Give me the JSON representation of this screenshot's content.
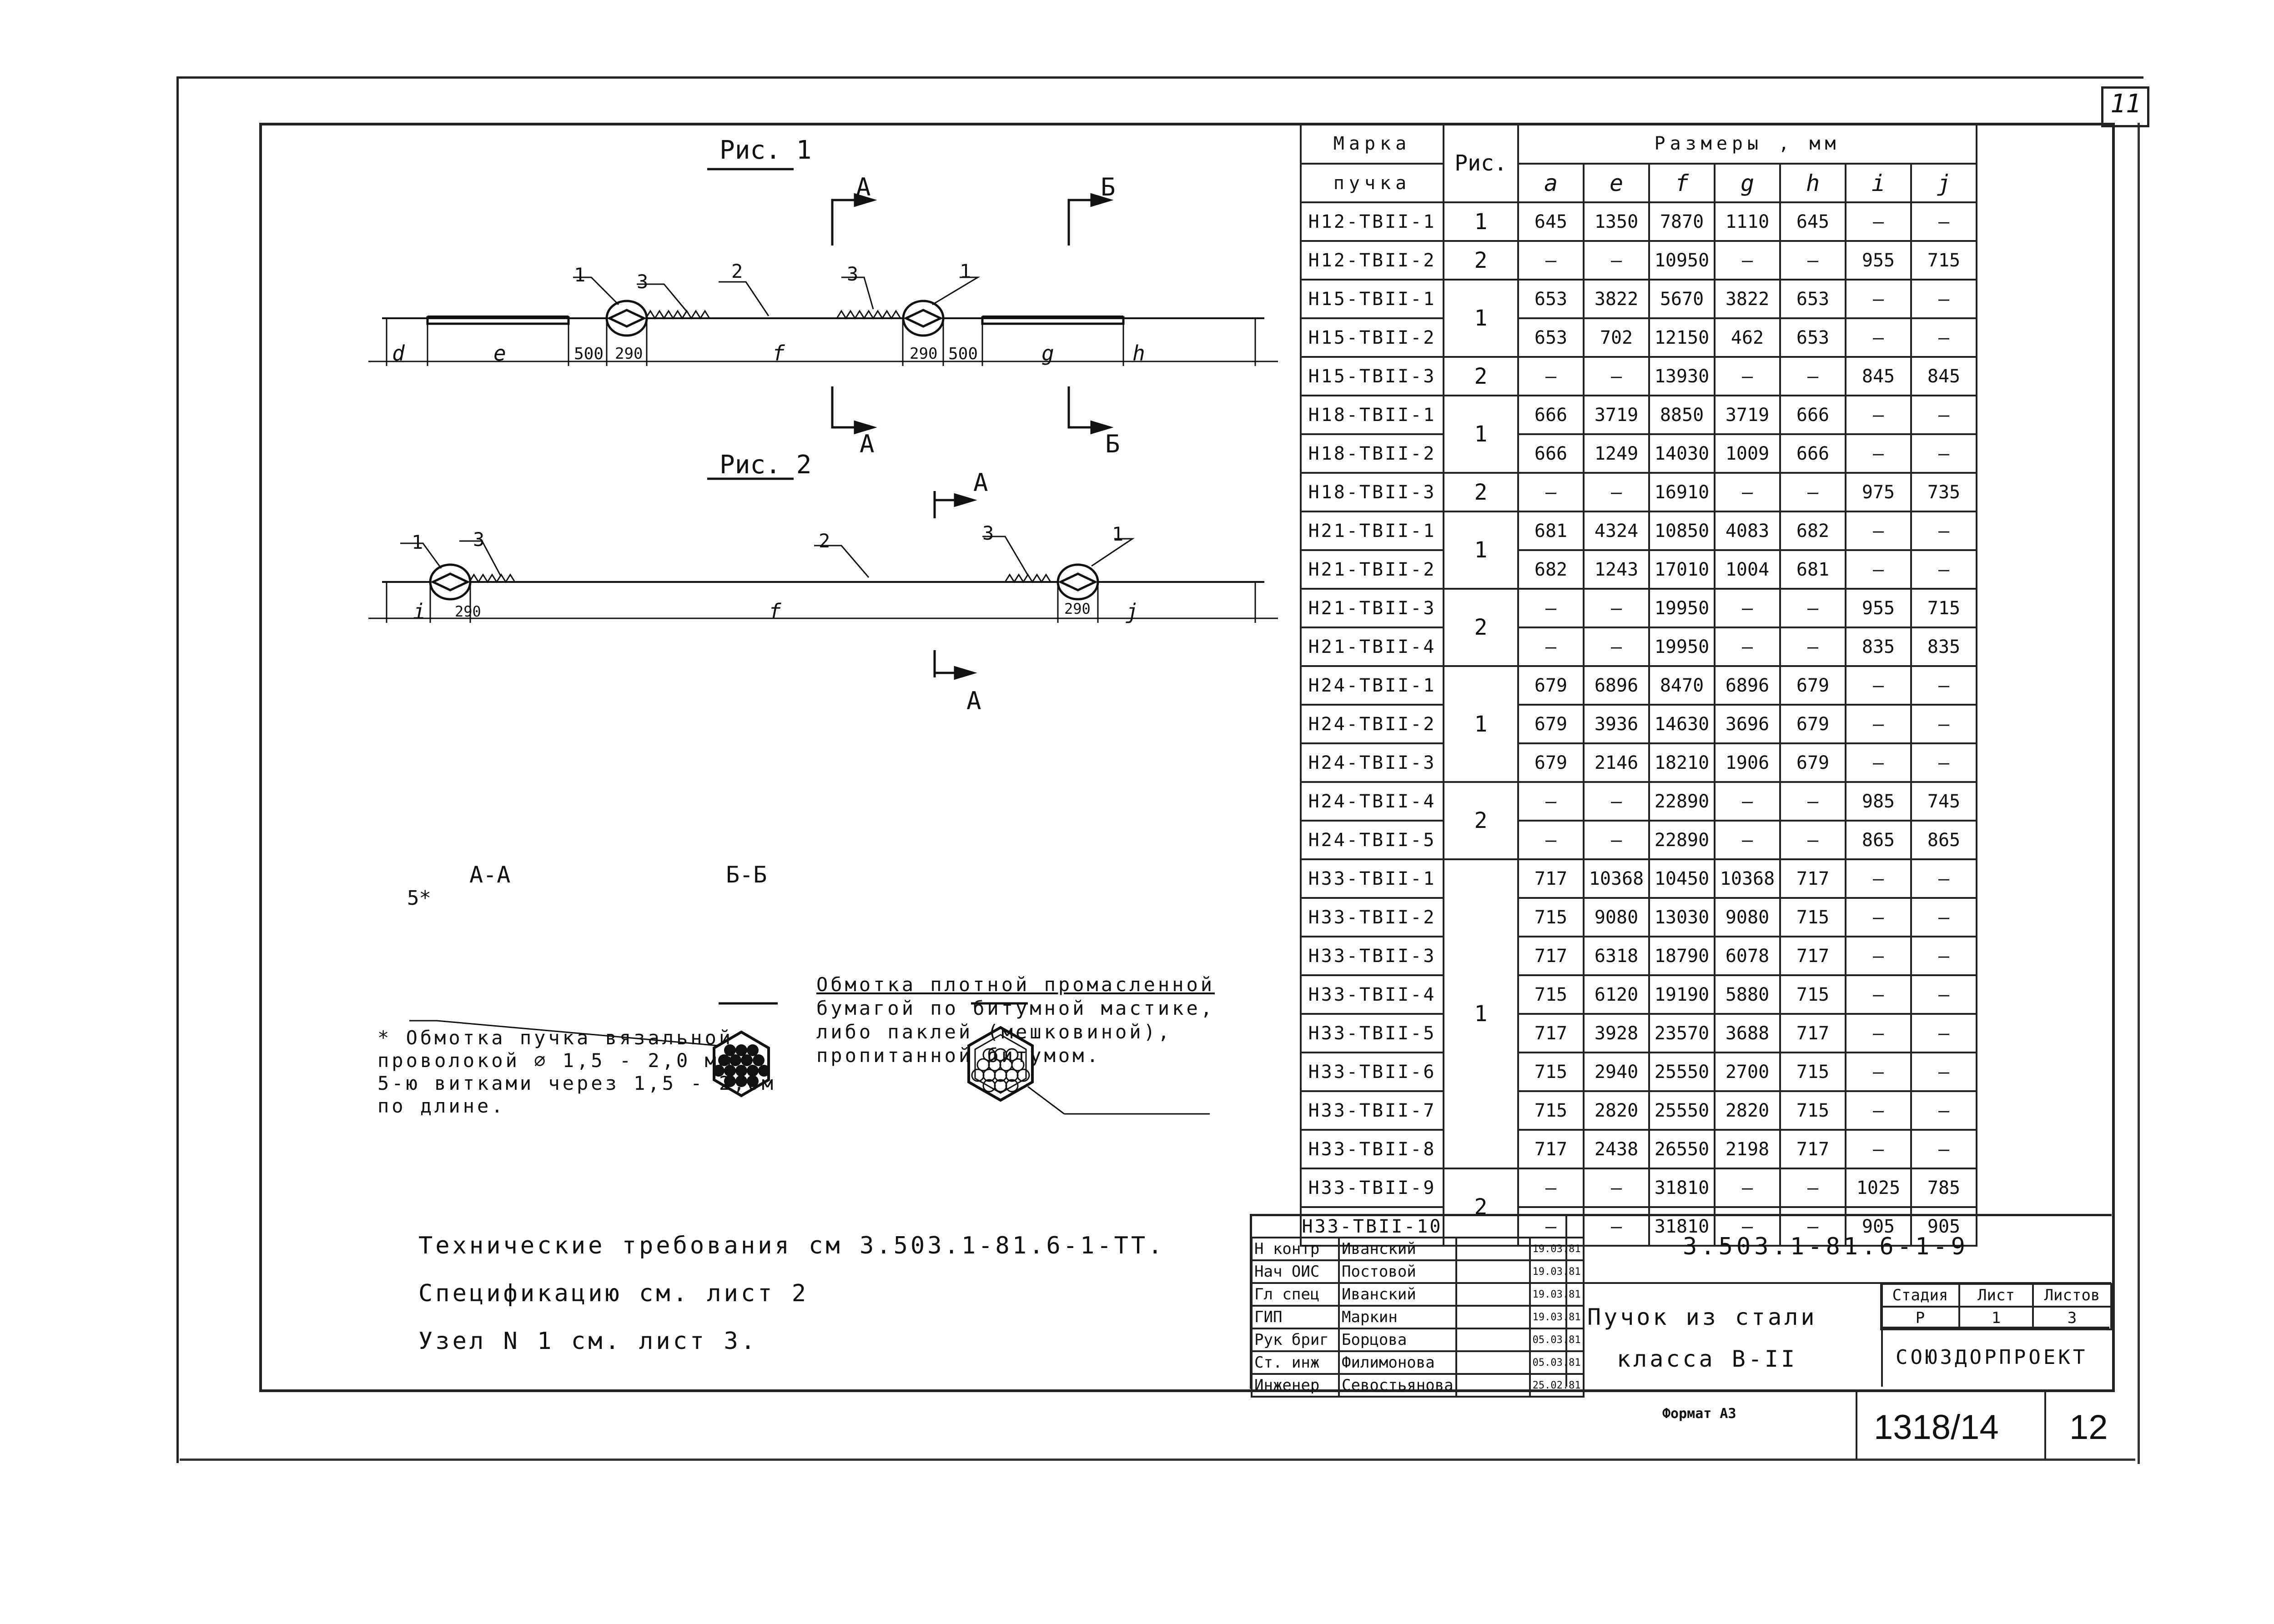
{
  "sheet": {
    "corner_number": "11",
    "format": "Формат А3",
    "archive_number": "1318/14",
    "archive_page": "12"
  },
  "drawing": {
    "fig1_title": "Рис. 1",
    "fig2_title": "Рис. 2",
    "section_a": "А",
    "section_b": "Б",
    "fig1_dims": [
      "d",
      "e",
      "500",
      "290",
      "f",
      "290",
      "500",
      "g",
      "h"
    ],
    "fig1_callouts": [
      "1",
      "3",
      "2",
      "3",
      "1"
    ],
    "fig2_dims": [
      "i",
      "290",
      "f",
      "290",
      "j"
    ],
    "fig2_callouts": [
      "1",
      "3",
      "2",
      "3",
      "1"
    ],
    "section_aa_title": "А-А",
    "section_aa_mark": "5*",
    "section_bb_title": "Б-Б",
    "note_wire": [
      "* Обмотка пучка вязальной",
      "проволокой ∅ 1,5 - 2,0 мм",
      "5-ю витками через 1,5 - 2,0м",
      "по длине."
    ],
    "note_wrap": [
      "Обмотка плотной промасленной",
      "бумагой по битумной мастике,",
      "либо паклей (мешковиной),",
      "пропитанной битумом."
    ]
  },
  "notes": {
    "tech": "Технические требования см 3.503.1-81.6-1-ТТ.",
    "spec": "Спецификацию см. лист 2",
    "node": "Узел N 1 см. лист 3."
  },
  "table": {
    "h_mark_1": "Марка",
    "h_mark_2": "пучка",
    "h_fig": "Рис.",
    "h_sizes": "Размеры , мм",
    "columns": [
      "a",
      "e",
      "f",
      "g",
      "h",
      "i",
      "j"
    ],
    "rows": [
      {
        "mark": "Н12-ТВII-1",
        "fig": "1",
        "v": [
          "645",
          "1350",
          "7870",
          "1110",
          "645",
          "—",
          "—"
        ]
      },
      {
        "mark": "Н12-ТВII-2",
        "fig": "2",
        "v": [
          "—",
          "—",
          "10950",
          "—",
          "—",
          "955",
          "715"
        ]
      },
      {
        "mark": "Н15-ТВII-1",
        "fig": "1",
        "v": [
          "653",
          "3822",
          "5670",
          "3822",
          "653",
          "—",
          "—"
        ]
      },
      {
        "mark": "Н15-ТВII-2",
        "fig": "",
        "v": [
          "653",
          "702",
          "12150",
          "462",
          "653",
          "—",
          "—"
        ]
      },
      {
        "mark": "Н15-ТВII-3",
        "fig": "2",
        "v": [
          "—",
          "—",
          "13930",
          "—",
          "—",
          "845",
          "845"
        ]
      },
      {
        "mark": "Н18-ТВII-1",
        "fig": "1",
        "v": [
          "666",
          "3719",
          "8850",
          "3719",
          "666",
          "—",
          "—"
        ]
      },
      {
        "mark": "Н18-ТВII-2",
        "fig": "",
        "v": [
          "666",
          "1249",
          "14030",
          "1009",
          "666",
          "—",
          "—"
        ]
      },
      {
        "mark": "Н18-ТВII-3",
        "fig": "2",
        "v": [
          "—",
          "—",
          "16910",
          "—",
          "—",
          "975",
          "735"
        ]
      },
      {
        "mark": "Н21-ТВII-1",
        "fig": "1",
        "v": [
          "681",
          "4324",
          "10850",
          "4083",
          "682",
          "—",
          "—"
        ]
      },
      {
        "mark": "Н21-ТВII-2",
        "fig": "",
        "v": [
          "682",
          "1243",
          "17010",
          "1004",
          "681",
          "—",
          "—"
        ]
      },
      {
        "mark": "Н21-ТВII-3",
        "fig": "2",
        "v": [
          "—",
          "—",
          "19950",
          "—",
          "—",
          "955",
          "715"
        ]
      },
      {
        "mark": "Н21-ТВII-4",
        "fig": "",
        "v": [
          "—",
          "—",
          "19950",
          "—",
          "—",
          "835",
          "835"
        ]
      },
      {
        "mark": "Н24-ТВII-1",
        "fig": "1",
        "v": [
          "679",
          "6896",
          "8470",
          "6896",
          "679",
          "—",
          "—"
        ]
      },
      {
        "mark": "Н24-ТВII-2",
        "fig": "",
        "v": [
          "679",
          "3936",
          "14630",
          "3696",
          "679",
          "—",
          "—"
        ]
      },
      {
        "mark": "Н24-ТВII-3",
        "fig": "",
        "v": [
          "679",
          "2146",
          "18210",
          "1906",
          "679",
          "—",
          "—"
        ]
      },
      {
        "mark": "Н24-ТВII-4",
        "fig": "2",
        "v": [
          "—",
          "—",
          "22890",
          "—",
          "—",
          "985",
          "745"
        ]
      },
      {
        "mark": "Н24-ТВII-5",
        "fig": "",
        "v": [
          "—",
          "—",
          "22890",
          "—",
          "—",
          "865",
          "865"
        ]
      },
      {
        "mark": "Н33-ТВII-1",
        "fig": "1",
        "v": [
          "717",
          "10368",
          "10450",
          "10368",
          "717",
          "—",
          "—"
        ]
      },
      {
        "mark": "Н33-ТВII-2",
        "fig": "",
        "v": [
          "715",
          "9080",
          "13030",
          "9080",
          "715",
          "—",
          "—"
        ]
      },
      {
        "mark": "Н33-ТВII-3",
        "fig": "",
        "v": [
          "717",
          "6318",
          "18790",
          "6078",
          "717",
          "—",
          "—"
        ]
      },
      {
        "mark": "Н33-ТВII-4",
        "fig": "",
        "v": [
          "715",
          "6120",
          "19190",
          "5880",
          "715",
          "—",
          "—"
        ]
      },
      {
        "mark": "Н33-ТВII-5",
        "fig": "",
        "v": [
          "717",
          "3928",
          "23570",
          "3688",
          "717",
          "—",
          "—"
        ]
      },
      {
        "mark": "Н33-ТВII-6",
        "fig": "",
        "v": [
          "715",
          "2940",
          "25550",
          "2700",
          "715",
          "—",
          "—"
        ]
      },
      {
        "mark": "Н33-ТВII-7",
        "fig": "",
        "v": [
          "715",
          "2820",
          "25550",
          "2820",
          "715",
          "—",
          "—"
        ]
      },
      {
        "mark": "Н33-ТВII-8",
        "fig": "",
        "v": [
          "717",
          "2438",
          "26550",
          "2198",
          "717",
          "—",
          "—"
        ]
      },
      {
        "mark": "Н33-ТВII-9",
        "fig": "2",
        "v": [
          "—",
          "—",
          "31810",
          "—",
          "—",
          "1025",
          "785"
        ]
      },
      {
        "mark": "Н33-ТВII-10",
        "fig": "",
        "v": [
          "—",
          "—",
          "31810",
          "—",
          "—",
          "905",
          "905"
        ]
      }
    ]
  },
  "stamp": {
    "doc_code": "3.503.1-81.6-1-9",
    "title_1": "Пучок из стали",
    "title_2": "класса В-II",
    "h_stage": "Стадия",
    "h_sheet": "Лист",
    "h_sheets": "Листов",
    "stage": "Р",
    "sheet": "1",
    "sheets": "3",
    "org": "СОЮЗДОРПРОЕКТ",
    "signers": [
      {
        "role": "Н контр",
        "name": "Иванский",
        "date": "19.03.81"
      },
      {
        "role": "Нач ОИС",
        "name": "Постовой",
        "date": "19.03.81"
      },
      {
        "role": "Гл спец",
        "name": "Иванский",
        "date": "19.03.81"
      },
      {
        "role": "ГИП",
        "name": "Маркин",
        "date": "19.03.81"
      },
      {
        "role": "Рук бриг",
        "name": "Борцова",
        "date": "05.03.81"
      },
      {
        "role": "Ст. инж",
        "name": "Филимонова",
        "date": "05.03.81"
      },
      {
        "role": "Инженер",
        "name": "Севостьянова",
        "date": "25.02.81"
      }
    ]
  }
}
